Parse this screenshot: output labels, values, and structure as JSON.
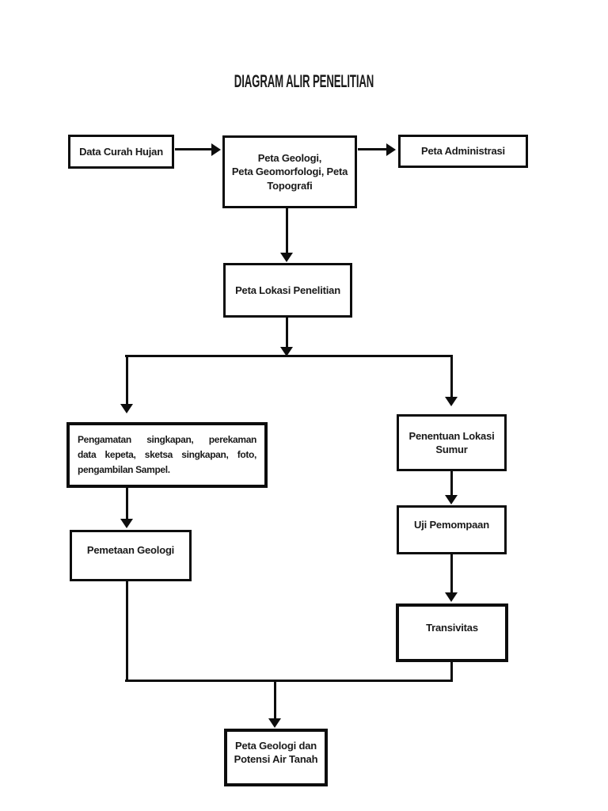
{
  "page": {
    "title": "DIAGRAM ALIR PENELITIAN",
    "background_color": "#ffffff",
    "ink_color": "#0d0d0d"
  },
  "flowchart": {
    "nodes": {
      "data_curah_hujan": {
        "label": "Data Curah Hujan"
      },
      "peta_geologi_dasar": {
        "label": "Peta Geologi,\nPeta Geomorfologi, Peta\nTopografi"
      },
      "peta_administrasi": {
        "label": "Peta Administrasi"
      },
      "peta_lokasi_penelitian": {
        "label": "Peta Lokasi Penelitian"
      },
      "pengamatan_singkapan": {
        "lines": [
          "Pengamatan singkapan, perekaman",
          "data kepeta, sketsa singkapan, foto,",
          "pengambilan Sampel."
        ]
      },
      "pemetaan_geologi": {
        "label": "Pemetaan Geologi"
      },
      "penentuan_lokasi_sumur": {
        "label": "Penentuan Lokasi\nSumur"
      },
      "uji_pemompaan": {
        "label": "Uji Pemompaan"
      },
      "transivitas": {
        "label": "Transivitas"
      },
      "peta_geologi_potensi": {
        "label": "Peta Geologi dan\nPotensi Air Tanah"
      }
    },
    "edges": [
      {
        "from": "data_curah_hujan",
        "to": "peta_geologi_dasar"
      },
      {
        "from": "peta_geologi_dasar",
        "to": "peta_administrasi"
      },
      {
        "from": "peta_geologi_dasar",
        "to": "peta_lokasi_penelitian"
      },
      {
        "from": "peta_lokasi_penelitian",
        "to": "pengamatan_singkapan"
      },
      {
        "from": "peta_lokasi_penelitian",
        "to": "penentuan_lokasi_sumur"
      },
      {
        "from": "pengamatan_singkapan",
        "to": "pemetaan_geologi"
      },
      {
        "from": "penentuan_lokasi_sumur",
        "to": "uji_pemompaan"
      },
      {
        "from": "uji_pemompaan",
        "to": "transivitas"
      },
      {
        "from": "pemetaan_geologi",
        "to": "peta_geologi_potensi"
      },
      {
        "from": "transivitas",
        "to": "peta_geologi_potensi"
      }
    ]
  }
}
